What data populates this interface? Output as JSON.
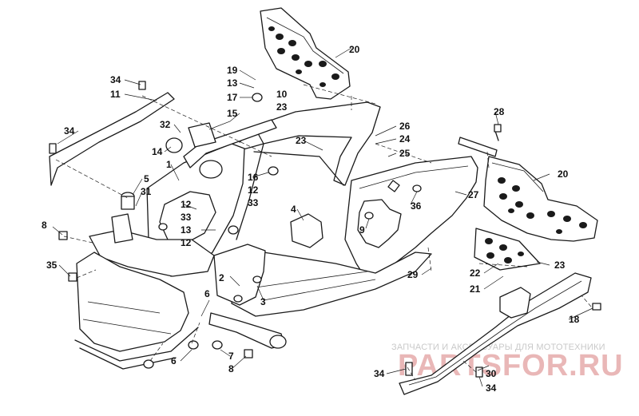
{
  "diagram": {
    "callouts": [
      {
        "id": "c20a",
        "label": "20"
      },
      {
        "id": "c20b",
        "label": "20"
      },
      {
        "id": "c34a",
        "label": "34"
      },
      {
        "id": "c11",
        "label": "11"
      },
      {
        "id": "c34b",
        "label": "34"
      },
      {
        "id": "c19",
        "label": "19"
      },
      {
        "id": "c13a",
        "label": "13"
      },
      {
        "id": "c10",
        "label": "10"
      },
      {
        "id": "c17",
        "label": "17"
      },
      {
        "id": "c23a",
        "label": "23"
      },
      {
        "id": "c15",
        "label": "15"
      },
      {
        "id": "c32",
        "label": "32"
      },
      {
        "id": "c14",
        "label": "14"
      },
      {
        "id": "c28",
        "label": "28"
      },
      {
        "id": "c26",
        "label": "26"
      },
      {
        "id": "c24",
        "label": "24"
      },
      {
        "id": "c25",
        "label": "25"
      },
      {
        "id": "c23b",
        "label": "23"
      },
      {
        "id": "c1",
        "label": "1"
      },
      {
        "id": "c5",
        "label": "5"
      },
      {
        "id": "c31",
        "label": "31"
      },
      {
        "id": "c16",
        "label": "16"
      },
      {
        "id": "c12a",
        "label": "12"
      },
      {
        "id": "c33a",
        "label": "33"
      },
      {
        "id": "c12b",
        "label": "12"
      },
      {
        "id": "c33b",
        "label": "33"
      },
      {
        "id": "c13b",
        "label": "13"
      },
      {
        "id": "c12c",
        "label": "12"
      },
      {
        "id": "c4",
        "label": "4"
      },
      {
        "id": "c36",
        "label": "36"
      },
      {
        "id": "c27",
        "label": "27"
      },
      {
        "id": "c9",
        "label": "9"
      },
      {
        "id": "c8a",
        "label": "8"
      },
      {
        "id": "c35",
        "label": "35"
      },
      {
        "id": "c2",
        "label": "2"
      },
      {
        "id": "c3",
        "label": "3"
      },
      {
        "id": "c29",
        "label": "29"
      },
      {
        "id": "c22",
        "label": "22"
      },
      {
        "id": "c21",
        "label": "21"
      },
      {
        "id": "c23c",
        "label": "23"
      },
      {
        "id": "c6a",
        "label": "6"
      },
      {
        "id": "c6b",
        "label": "6"
      },
      {
        "id": "c7",
        "label": "7"
      },
      {
        "id": "c8b",
        "label": "8"
      },
      {
        "id": "c18",
        "label": "18"
      },
      {
        "id": "c30",
        "label": "30"
      },
      {
        "id": "c34c",
        "label": "34"
      },
      {
        "id": "c34d",
        "label": "34"
      }
    ]
  },
  "watermark": {
    "tagline": "ЗАПЧАСТИ И АКСЕССУАРЫ ДЛЯ МОТОТЕХНИКИ",
    "brand": "PARTSFOR.RU"
  }
}
